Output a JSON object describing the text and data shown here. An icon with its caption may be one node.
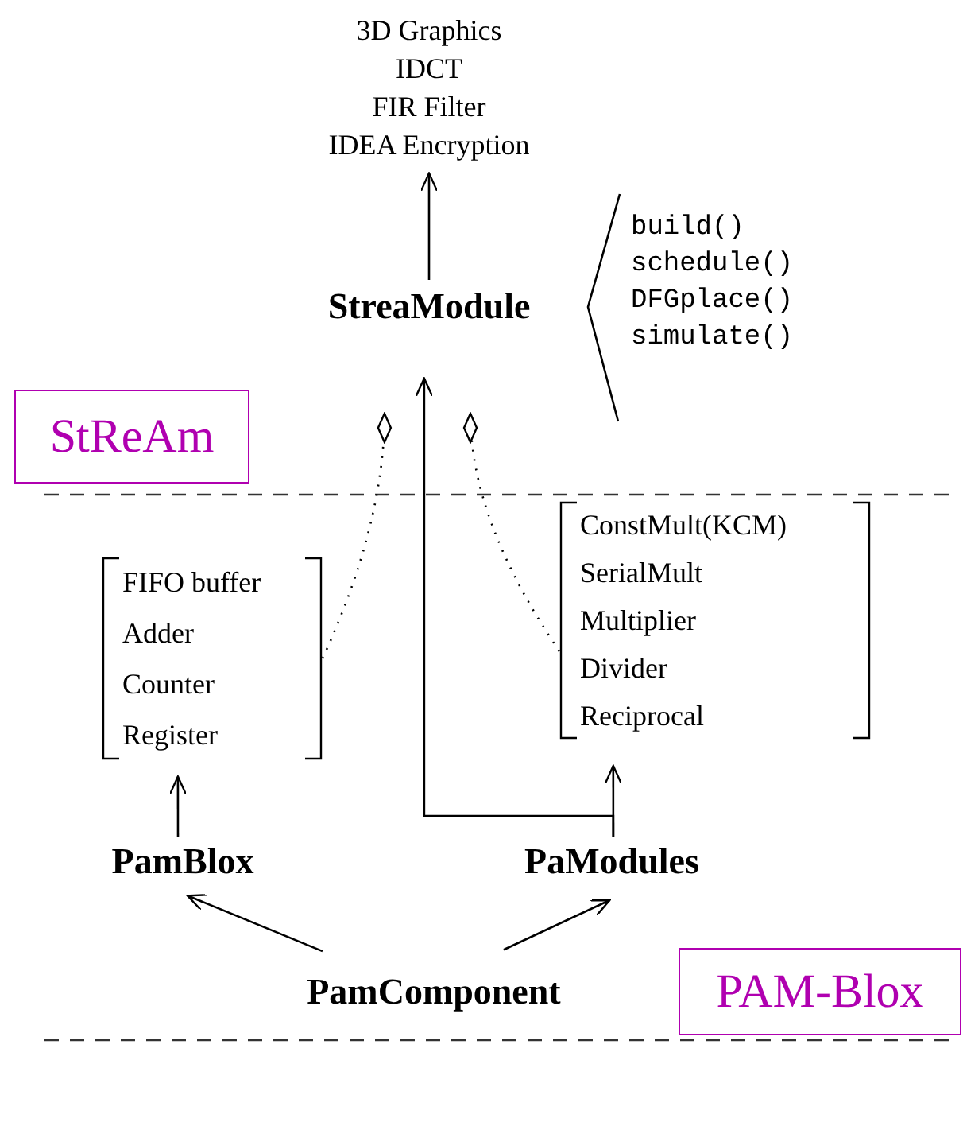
{
  "diagram": {
    "nodes": [
      {
        "text": [
          "3D Graphics",
          "IDCT",
          "FIR Filter",
          "IDEA Encryption"
        ]
      },
      {
        "text": [
          "StreaModule"
        ],
        "beside": [
          "build()",
          "schedule()",
          "DFGplace()",
          "simulate()"
        ]
      },
      {
        "text": [
          "StReAm"
        ]
      },
      {
        "text": [
          "FIFO buffer",
          "Adder",
          "Counter",
          "Register"
        ]
      },
      {
        "text": [
          "ConstMult(KCM)",
          "SerialMult",
          "Multiplier",
          "Divider",
          "Reciprocal"
        ]
      },
      {
        "text": [
          "PamBlox"
        ]
      },
      {
        "text": [
          "PaModules"
        ]
      },
      {
        "text": [
          "PamComponent"
        ]
      },
      {
        "text": [
          "PAM-Blox"
        ]
      }
    ],
    "edges": [
      {
        "from": 1,
        "to": 0,
        "arrow": "to"
      },
      {
        "from": 3,
        "to": 1,
        "arrow": "other",
        "style": "dashed"
      },
      {
        "from": 4,
        "to": 1,
        "arrow": "other",
        "style": "dashed"
      },
      {
        "from": 6,
        "to": 1,
        "arrow": "to"
      },
      {
        "from": 6,
        "to": 4,
        "arrow": "to"
      },
      {
        "from": 5,
        "to": 3,
        "arrow": "to"
      },
      {
        "from": 7,
        "to": 5,
        "arrow": "to"
      },
      {
        "from": 7,
        "to": 6,
        "arrow": "to"
      }
    ]
  }
}
